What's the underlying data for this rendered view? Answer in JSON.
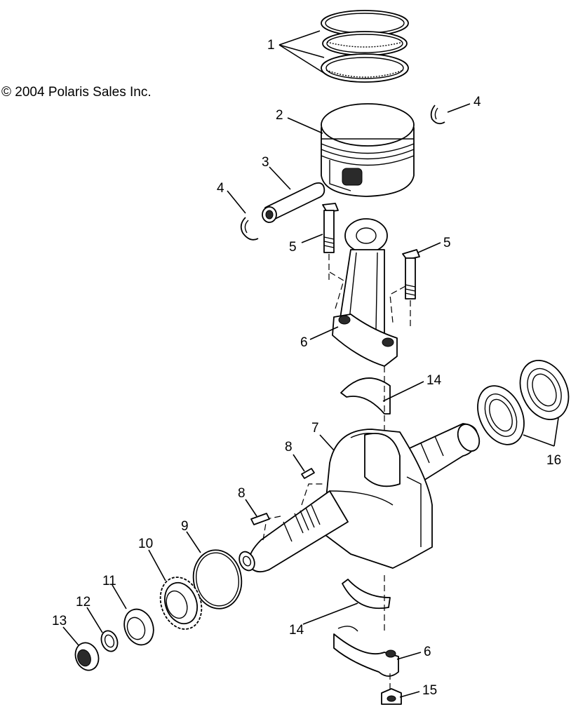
{
  "copyright": "© 2004 Polaris Sales Inc.",
  "callouts": [
    {
      "id": "c1",
      "number": "1",
      "part": "piston-rings"
    },
    {
      "id": "c2",
      "number": "2",
      "part": "piston"
    },
    {
      "id": "c3",
      "number": "3",
      "part": "piston-pin"
    },
    {
      "id": "c4a",
      "number": "4",
      "part": "pin-circlip-left"
    },
    {
      "id": "c4b",
      "number": "4",
      "part": "pin-circlip-right"
    },
    {
      "id": "c5a",
      "number": "5",
      "part": "rod-bolt-left"
    },
    {
      "id": "c5b",
      "number": "5",
      "part": "rod-bolt-right"
    },
    {
      "id": "c6a",
      "number": "6",
      "part": "connecting-rod"
    },
    {
      "id": "c6b",
      "number": "6",
      "part": "rod-cap"
    },
    {
      "id": "c7",
      "number": "7",
      "part": "crankshaft"
    },
    {
      "id": "c8a",
      "number": "8",
      "part": "key-upper"
    },
    {
      "id": "c8b",
      "number": "8",
      "part": "key-lower"
    },
    {
      "id": "c9",
      "number": "9",
      "part": "o-ring"
    },
    {
      "id": "c10",
      "number": "10",
      "part": "timing-gear"
    },
    {
      "id": "c11",
      "number": "11",
      "part": "spacer"
    },
    {
      "id": "c12",
      "number": "12",
      "part": "washer"
    },
    {
      "id": "c13",
      "number": "13",
      "part": "crank-nut"
    },
    {
      "id": "c14a",
      "number": "14",
      "part": "bearing-insert-upper"
    },
    {
      "id": "c14b",
      "number": "14",
      "part": "bearing-insert-lower"
    },
    {
      "id": "c15",
      "number": "15",
      "part": "cap-nut"
    },
    {
      "id": "c16",
      "number": "16",
      "part": "main-bearings"
    }
  ]
}
